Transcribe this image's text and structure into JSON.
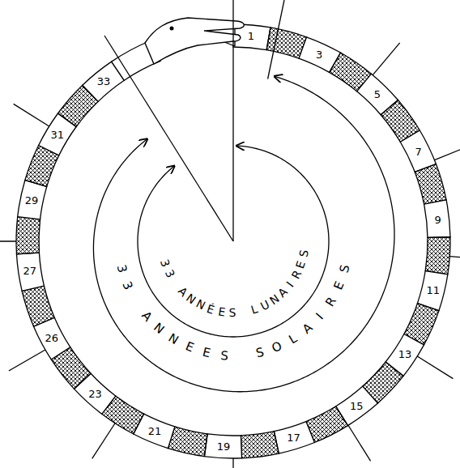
{
  "diagram": {
    "labels": [
      "1",
      "3",
      "5",
      "7",
      "9",
      "11",
      "13",
      "15",
      "17",
      "19",
      "21",
      "23",
      "26",
      "27",
      "29",
      "31",
      "33",
      "33 ANNÉES LUNAIRES",
      "33 ANNEES SOLAIRES"
    ]
  }
}
